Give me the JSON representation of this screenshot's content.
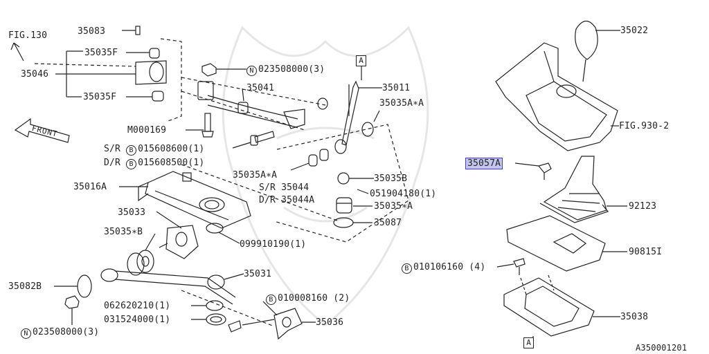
{
  "diagram": {
    "figure_ref": "FIG.130",
    "front_label": "FRONT",
    "fig_930": "FIG.930-2",
    "ref_box": "A",
    "code": "A350001201",
    "highlight_color": "#c4c4f0",
    "labels": {
      "p35083": "35083",
      "p35035F_top": "35035F",
      "p35046": "35046",
      "p35035F_bot": "35035F",
      "pN023508000_top": "023508000(3)",
      "p35041": "35041",
      "p35011": "35011",
      "p35035AA_top": "35035A∗A",
      "pM000169": "M000169",
      "sr_prefix": "S/R",
      "p015608600": "015608600(1)",
      "dr_prefix": "D/R",
      "p015608500": "015608500(1)",
      "p35035AA_mid": "35035A∗A",
      "p35035B": "35035B",
      "p35016A": "35016A",
      "sr_35044": "S/R 35044",
      "p051904180": "051904180(1)",
      "dr_35044A": "D/R 35044A",
      "p35035A": "35035∗A",
      "p35033": "35033",
      "p35087": "35087",
      "p35035B_star": "35035∗B",
      "p099910190": "099910190(1)",
      "p35031": "35031",
      "p35082B": "35082B",
      "pB010008160": "010008160 (2)",
      "p062620210": "062620210(1)",
      "p031524000": "031524000(1)",
      "p35036": "35036",
      "pN023508000_bot": "023508000(3)",
      "p35022": "35022",
      "p35057A": "35057A",
      "p92123": "92123",
      "p90815I": "90815I",
      "pB010106160": "010106160 (4)",
      "p35038": "35038"
    },
    "circle_marks": {
      "n": "N",
      "b": "B"
    }
  }
}
